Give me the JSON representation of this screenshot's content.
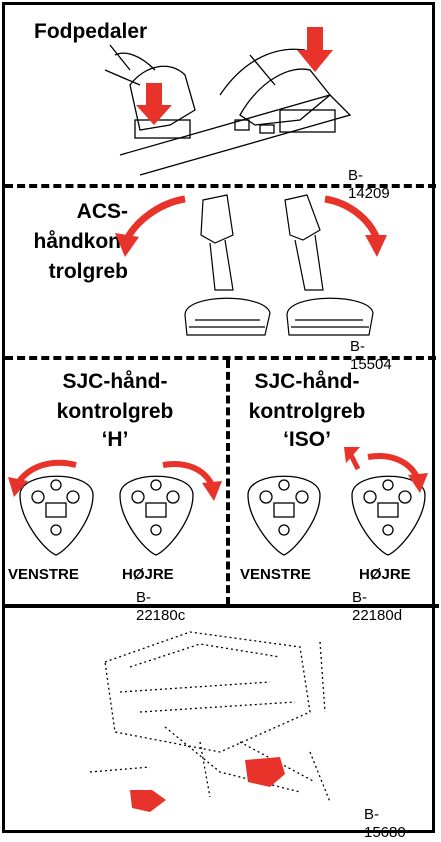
{
  "panels": {
    "foot_pedals": {
      "title": "Fodpedaler",
      "code": "B-14209",
      "icon": "foot-pedal-illustration"
    },
    "acs_controls": {
      "title_line1": "ACS-",
      "title_line2": "håndkon-",
      "title_line3": "trolgreb",
      "code": "B-15504",
      "icon": "joystick-illustration"
    },
    "sjc_h": {
      "title_line1": "SJC-hånd-",
      "title_line2": "kontrolgreb",
      "title_line3": "‘H’",
      "left_label": "VENSTRE",
      "right_label": "HØJRE",
      "code": "B-22180c"
    },
    "sjc_iso": {
      "title_line1": "SJC-hånd-",
      "title_line2": "kontrolgreb",
      "title_line3": "‘ISO’",
      "left_label": "VENSTRE",
      "right_label": "HØJRE",
      "code": "B-22180d"
    },
    "machine": {
      "code": "B-15680",
      "icon": "machine-illustration"
    }
  },
  "colors": {
    "arrow": "#e8332a",
    "line": "#000000"
  }
}
